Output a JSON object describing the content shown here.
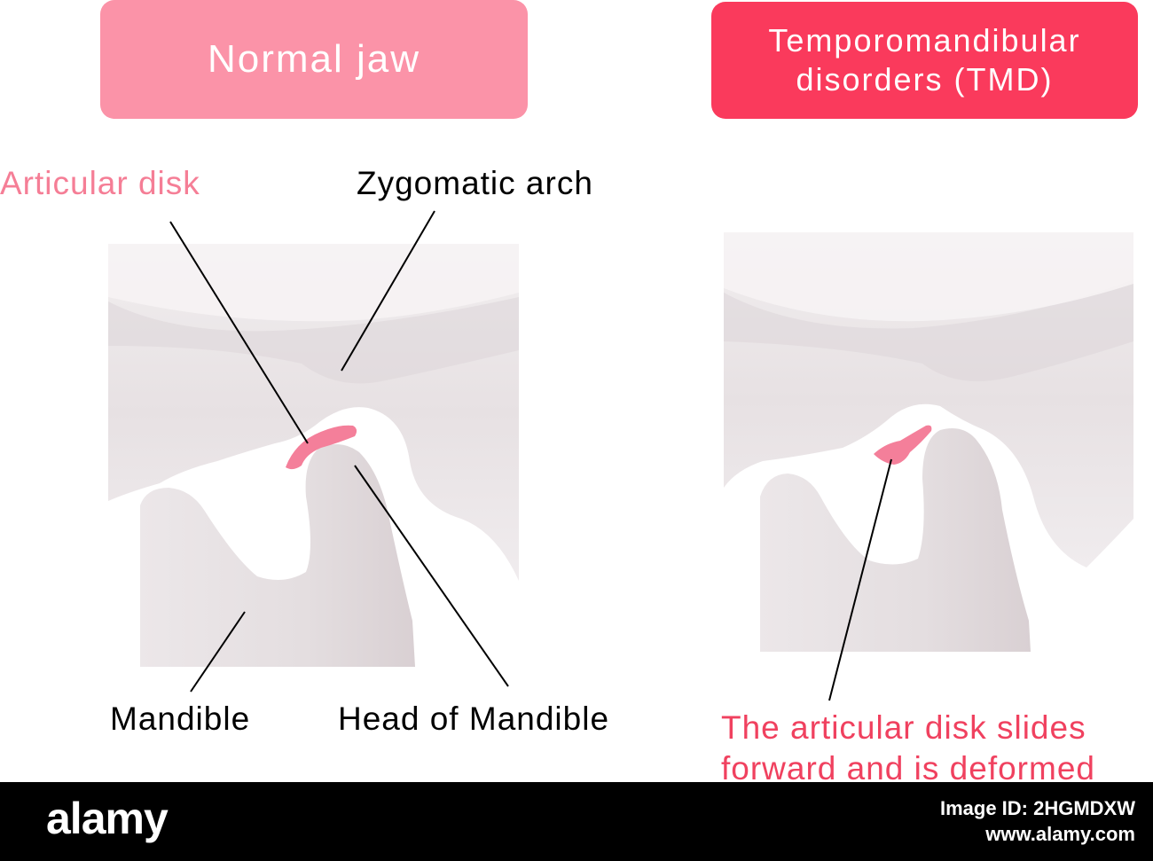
{
  "panels": {
    "normal": {
      "title": "Normal jaw",
      "labels": {
        "articular_disk": "Articular disk",
        "zygomatic_arch": "Zygomatic arch",
        "mandible": "Mandible",
        "head_of_mandible": "Head of Mandible"
      }
    },
    "tmd": {
      "title_line1": "Temporomandibular",
      "title_line2": "disorders (TMD)",
      "caption_line1": "The articular disk slides",
      "caption_line2": "forward and is deformed"
    }
  },
  "footer": {
    "logo_text": "alamy",
    "image_id": "Image ID: 2HGMDXW",
    "site": "www.alamy.com"
  },
  "colors": {
    "normal_header": "#fb93a8",
    "tmd_header": "#fa3a5c",
    "disk_pink": "#f47f9a",
    "label_pink": "#f57e96",
    "caption_red": "#f0415f",
    "bone": "#ede8ea",
    "bone_shadow": "#d4cacd"
  }
}
